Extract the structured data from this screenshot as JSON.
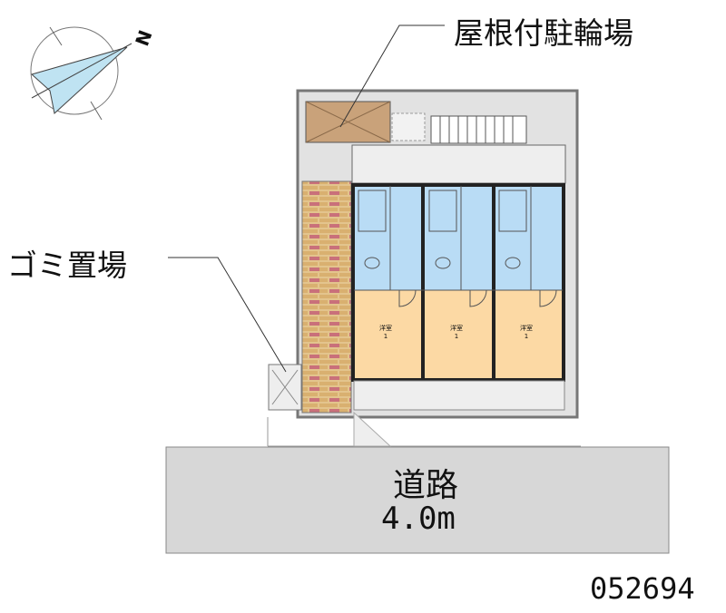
{
  "labels": {
    "bicycle_parking": "屋根付駐輪場",
    "garbage": "ゴミ置場",
    "road": "道路",
    "road_width": "4.0m",
    "code": "052694",
    "north": "N"
  },
  "units": [
    {
      "room": "洋室",
      "number": "1"
    },
    {
      "room": "洋室",
      "number": "1"
    },
    {
      "room": "洋室",
      "number": "1"
    }
  ],
  "colors": {
    "room": "#fcd9a4",
    "wet_area": "#b9dcf5",
    "road": "#d7d7d7",
    "site": "#e2e2e2",
    "brick": "#d9b98a"
  }
}
